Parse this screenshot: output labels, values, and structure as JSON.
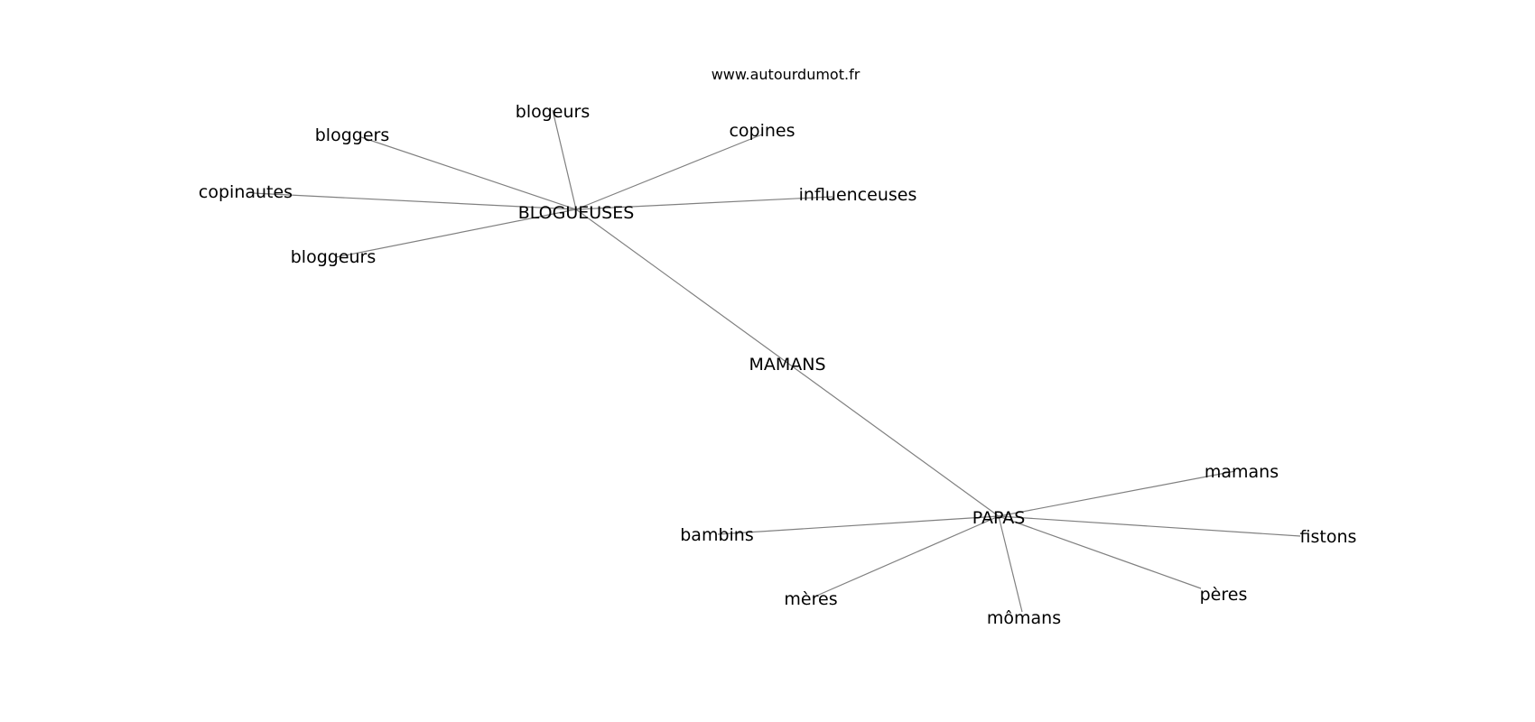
{
  "site": "www.autourdumot.fr",
  "center": "MAMANS",
  "clusters": [
    {
      "hub": "BLOGUEUSES",
      "words": [
        "blogeurs",
        "bloggers",
        "copines",
        "copinautes",
        "influenceuses",
        "bloggeurs"
      ]
    },
    {
      "hub": "PAPAS",
      "words": [
        "mamans",
        "bambins",
        "fistons",
        "mères",
        "pères",
        "mômans"
      ]
    }
  ],
  "colors": {
    "edge": "#808080",
    "text": "#000000",
    "background": "#ffffff"
  }
}
